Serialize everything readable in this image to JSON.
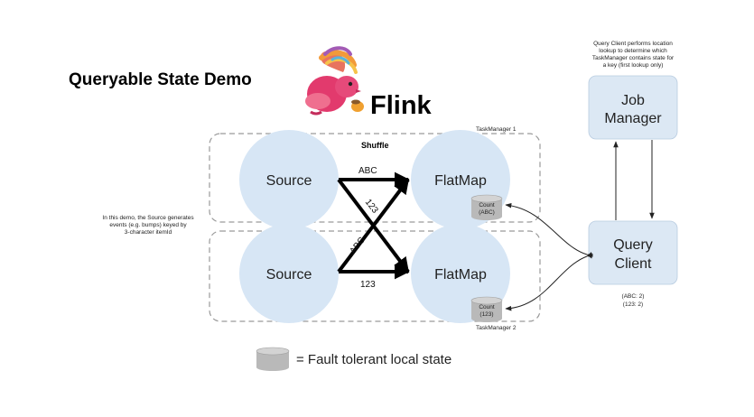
{
  "title": "Queryable State Demo",
  "logo": {
    "text": "Flink"
  },
  "taskmanagers": [
    {
      "label": "TaskManager 1"
    },
    {
      "label": "TaskManager 2"
    }
  ],
  "shuffle_label": "Shuffle",
  "sources": [
    {
      "label": "Source"
    },
    {
      "label": "Source"
    }
  ],
  "flatmaps": [
    {
      "label": "FlatMap",
      "state_title": "Count",
      "state_key": "(ABC)"
    },
    {
      "label": "FlatMap",
      "state_title": "Count",
      "state_key": "(123)"
    }
  ],
  "edges": [
    {
      "label": "ABC"
    },
    {
      "label": "123"
    },
    {
      "label": "ABC"
    },
    {
      "label": "123"
    }
  ],
  "job_manager": {
    "line1": "Job",
    "line2": "Manager"
  },
  "query_client": {
    "line1": "Query",
    "line2": "Client"
  },
  "query_client_note": [
    "Query Client performs location",
    "lookup to determine which",
    "TaskManager contains state for",
    "a key (first lookup only)"
  ],
  "source_note": [
    "In this demo, the Source generates",
    "events (e.g. bumps) keyed by",
    "3-character itemId"
  ],
  "results": [
    "(ABC: 2)",
    "(123: 2)"
  ],
  "legend": {
    "text": "= Fault tolerant local state"
  },
  "colors": {
    "node_fill": "#d7e6f5",
    "box_fill": "#dce8f4",
    "cylinder": "#b9b9b9",
    "dashed": "#9a9a9a"
  }
}
